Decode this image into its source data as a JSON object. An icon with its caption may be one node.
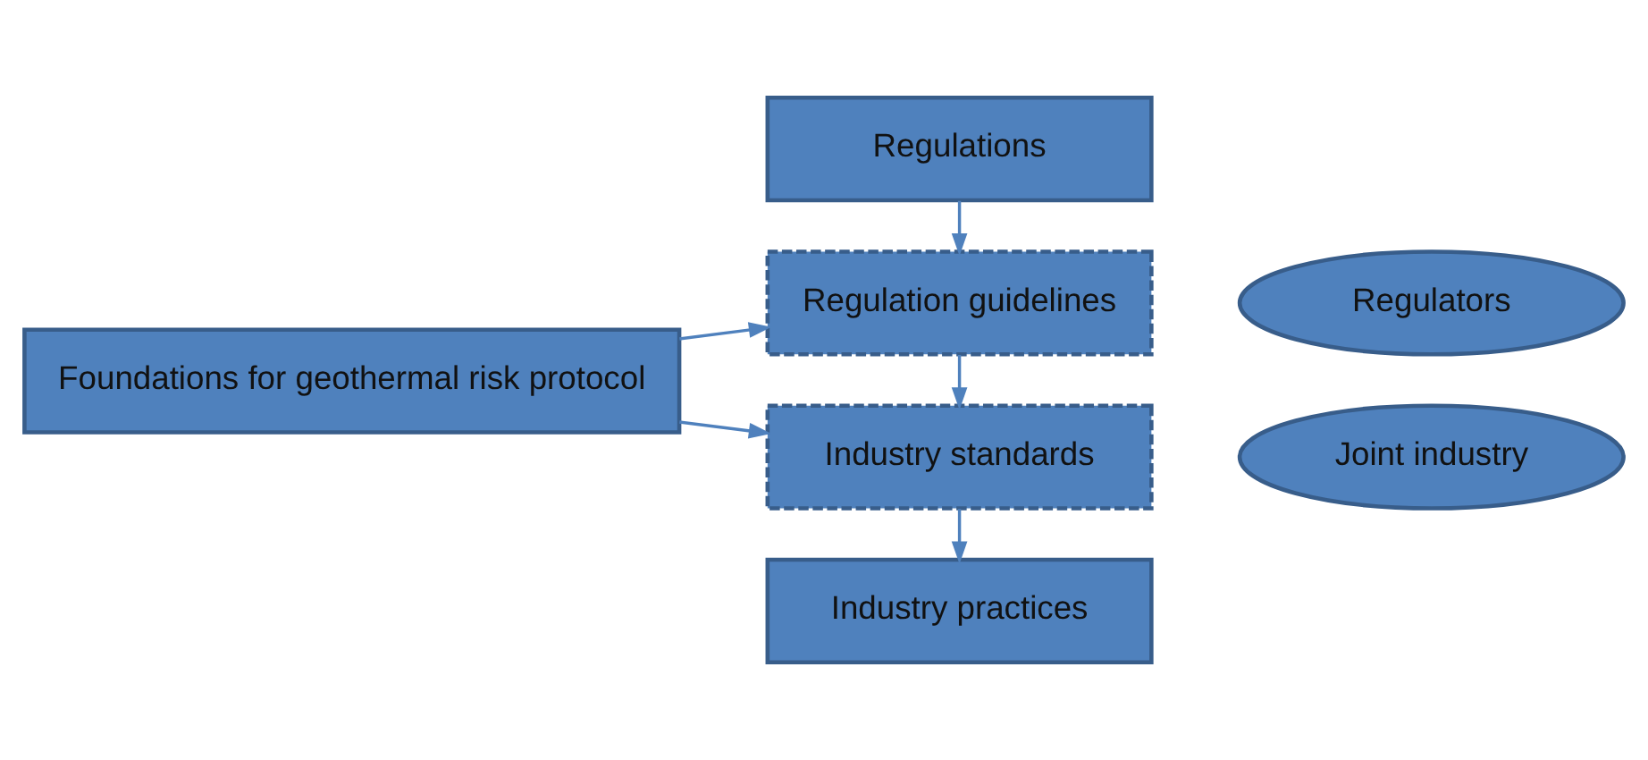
{
  "diagram": {
    "nodes": [
      {
        "text": [
          "Regulations"
        ]
      },
      {
        "text": [
          "Foundations for geothermal risk protocol"
        ]
      },
      {
        "text": [
          "Regulation guidelines"
        ]
      },
      {
        "text": [
          "Regulators"
        ]
      },
      {
        "text": [
          "Industry standards"
        ]
      },
      {
        "text": [
          "Joint industry"
        ]
      },
      {
        "text": [
          "Industry practices"
        ]
      }
    ],
    "edges": [
      {
        "from": 0,
        "to": 2,
        "arrow": "to"
      },
      {
        "from": 1,
        "to": 2,
        "arrow": "to"
      },
      {
        "from": 1,
        "to": 4,
        "arrow": "to"
      },
      {
        "from": 2,
        "to": 4,
        "arrow": "to"
      },
      {
        "from": 4,
        "to": 6,
        "arrow": "to"
      }
    ]
  }
}
